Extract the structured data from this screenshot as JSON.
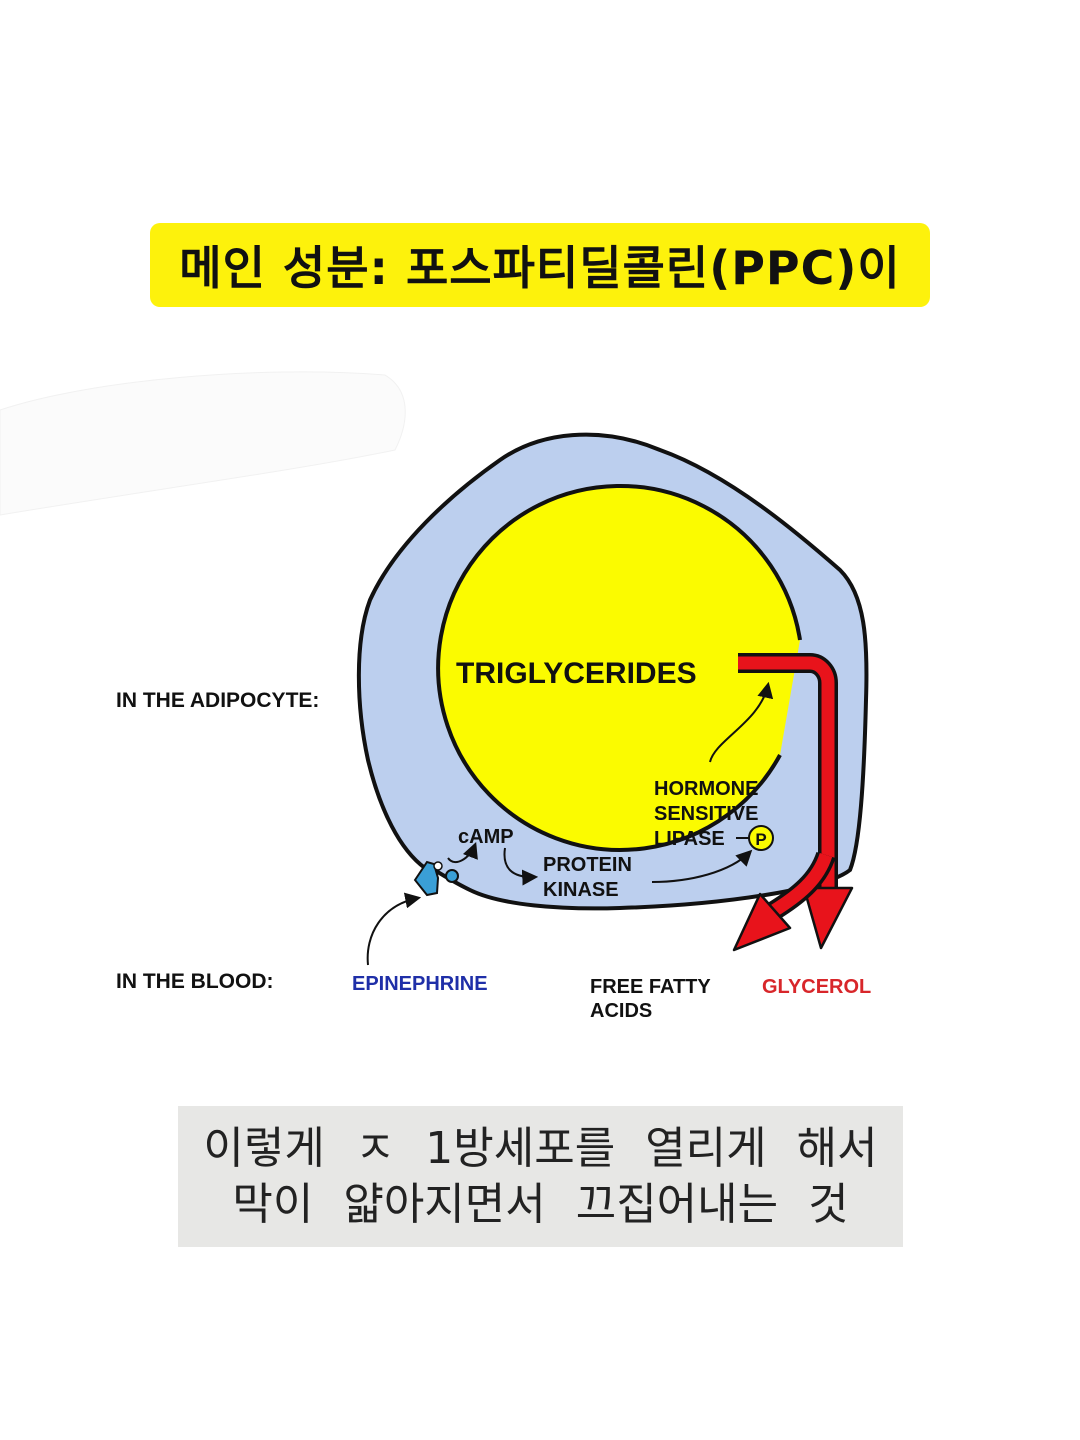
{
  "header": {
    "title": "메인 성분: 포스파티딜콜린(PPC)이"
  },
  "diagram": {
    "labels": {
      "in_adipocyte": "IN THE ADIPOCYTE:",
      "in_blood": "IN THE BLOOD:",
      "triglycerides": "TRIGLYCERIDES",
      "camp": "cAMP",
      "protein": "PROTEIN",
      "kinase": "KINASE",
      "hormone": "HORMONE",
      "sensitive": "SENSITIVE",
      "lipase": "LIPASE",
      "phosphate": "P",
      "epinephrine": "EPINEPHRINE",
      "free_fatty": "FREE FATTY",
      "acids": "ACIDS",
      "glycerol": "GLYCEROL"
    },
    "colors": {
      "cell": "#bccfee",
      "droplet": "#fbfb00",
      "arrow": "#e8131b",
      "epinephrine": "#1f2fa8",
      "glycerol": "#d8262a",
      "receptor": "#3a9fd6",
      "banner": "#fdf20c",
      "caption_bg": "#e7e7e5"
    }
  },
  "caption": {
    "line1": "이렇게 ㅈ 1방세포를 열리게 해서",
    "line2": "막이 얇아지면서 끄집어내는 것"
  }
}
